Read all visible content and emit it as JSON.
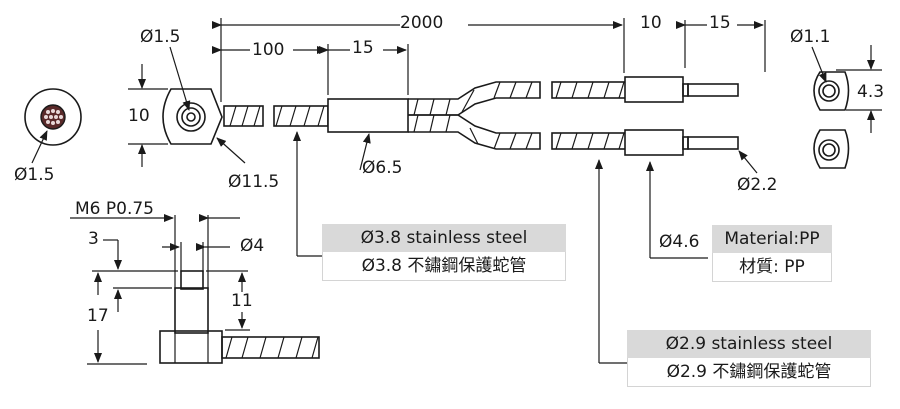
{
  "drawing": {
    "dimensions": {
      "total_length": "2000",
      "lead_length": "100",
      "sleeve_length": "15",
      "tip_sleeve_length": "10",
      "tip_length": "15",
      "head_height": "10",
      "head_dia": "Ø11.5",
      "head_hole_dia": "Ø1.5",
      "fiber_core_dia": "Ø1.5",
      "sleeve_dia": "Ø6.5",
      "tip_dia": "Ø2.2",
      "end_hole_dia": "Ø1.1",
      "end_width": "4.3",
      "thread": "M6 P0.75",
      "thread_top": "3",
      "thread_tip_dia": "Ø4",
      "overall_height": "17",
      "thread_length": "11",
      "tip_sleeve_dia": "Ø4.6"
    },
    "callouts": {
      "tube_main": {
        "en": "Ø3.8 stainless steel",
        "zh": "Ø3.8 不鏽鋼保護蛇管"
      },
      "tip_sleeve": {
        "en": "Material:PP",
        "zh": "材質: PP"
      },
      "tube_branch": {
        "en": "Ø2.9 stainless steel",
        "zh": "Ø2.9 不鏽鋼保護蛇管"
      }
    }
  }
}
